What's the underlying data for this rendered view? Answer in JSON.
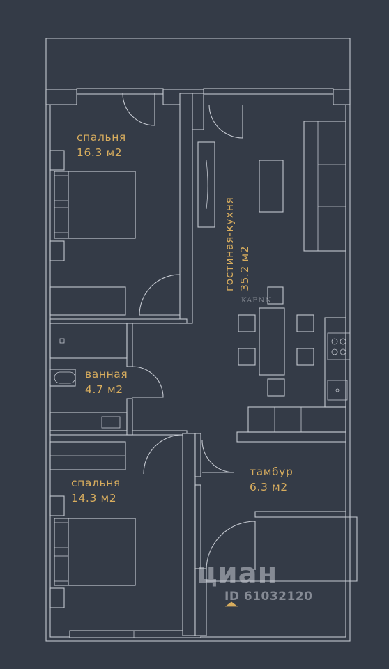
{
  "rooms": [
    {
      "name": "спальня",
      "area": "16.3 м2"
    },
    {
      "name": "гостиная-кухня",
      "area": "35.2 м2"
    },
    {
      "name": "ванная",
      "area": "4.7 м2"
    },
    {
      "name": "спальня",
      "area": "14.3 м2"
    },
    {
      "name": "тамбур",
      "area": "6.3 м2"
    }
  ],
  "watermark": {
    "logo": "циан",
    "id": "ID 61032120"
  },
  "brand": "KAENN",
  "colors": {
    "background": "#343b47",
    "lines": "#c4c8d0",
    "labels": "#d8ad5e"
  }
}
